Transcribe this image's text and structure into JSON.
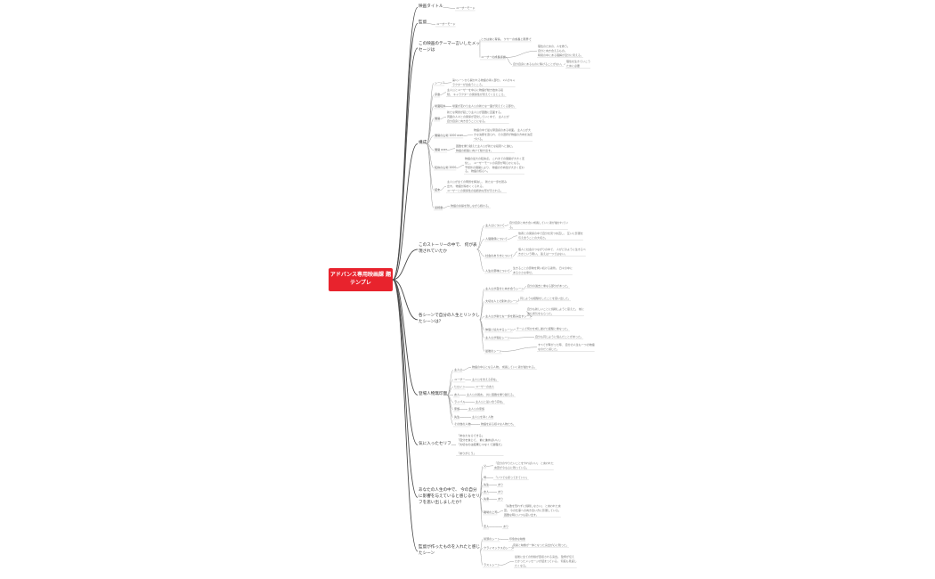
{
  "mindmap": {
    "root": "アドバンス専用映画課\n題テンプレ",
    "branches": [
      {
        "label": "映画タイトル",
        "children": [
          {
            "label": "ユーザーモード"
          }
        ]
      },
      {
        "label": "監督",
        "children": [
          {
            "label": "ユーザーモード"
          }
        ]
      },
      {
        "label": "この映画のテーマ一言いしたメッ\nセージは",
        "children": [
          {
            "label": "ときは常に有情。 ケサーの成長と限界で"
          },
          {
            "label": "ユーザーの成長感謝",
            "children": [
              {
                "label": "理性のための、人を救う。\n自分と向き合えるもの。\n時間の中にある理解が自分に見える。"
              },
              {
                "label": "自分自身にあるものに繋げることがない。",
                "children": [
                  {
                    "label": "理性を生きていこう\nために必要"
                  }
                ]
              }
            ]
          }
        ]
      },
      {
        "label": "構成",
        "children": [
          {
            "label": "シーン1",
            "children": [
              {
                "label": "第1シーンから開かれる物語の導入部分。 2人のキャ\nラクターが出会うところ。"
              }
            ]
          },
          {
            "label": "序章",
            "children": [
              {
                "label": "主人公とユーザーを中心に物語が動き始める段\n階。 キャラクターの関係性が見えてくるところ。"
              }
            ]
          },
          {
            "label": "場面転換",
            "children": [
              {
                "label": "場面が変わり主人公の新たな一面が見えてくる部分。"
              }
            ]
          },
          {
            "label": "展開",
            "children": [
              {
                "label": "新たな問題が起こり主人公が困難に直面する。\n周囲の人々との関係が変化していく中で、 主人公が\n自分自身と向き合うことになる。"
              }
            ]
          },
          {
            "label": "展開の山場 1000 over",
            "children": [
              {
                "label": "物語の中で最も緊迫感のある場面。 主人公が大\nきな決断を迫られ、その選択が物語の方向を決定\nづける。"
              }
            ]
          },
          {
            "label": "展開 over",
            "children": [
              {
                "label": "困難を乗り越えた主人公が新たな段階へと進む。\n物語の終盤に向けて動き出す。"
              }
            ]
          },
          {
            "label": "転換の山場 2000",
            "children": [
              {
                "label": "物語の最大の転換点。 これまでの展開が大きく変\n化し、 ユーザーモードの真意が明らかになる。\n予想外の展開により、 物語の方向性が大きく変わ\nる。 物語の核心へ。"
              }
            ]
          },
          {
            "label": "結末",
            "children": [
              {
                "label": "主人公が全ての問題を解決し、 新たな一歩を踏み\n出す。 物語が締めくくられる。\nユーザーとの関係性の最終的な形が示される。"
              }
            ]
          },
          {
            "label": "最終章",
            "children": [
              {
                "label": "物語の余韻を残しながら終わる。"
              }
            ]
          }
        ]
      },
      {
        "label": "このストーリーの中で、 何が表\n現されていたか",
        "children": [
          {
            "label": "主人公について",
            "children": [
              {
                "label": "自分自身と向き合い成長していく姿が描かれてい\nる。"
              }
            ]
          },
          {
            "label": "人間関係について",
            "children": [
              {
                "label": "他者との関係の中で自分を見つめ直し、 互いに影響を\n与え合うことの大切さ。"
              }
            ]
          },
          {
            "label": "社会のあり方について",
            "children": [
              {
                "label": "個人と社会のつながりの中で、 人がどのように生きるべ\nきかという問い。 答えは一つではない。"
              }
            ]
          },
          {
            "label": "人生の意味について",
            "children": [
              {
                "label": "生きることの意味を問い続ける姿勢。 日々の中に\nある小さな幸せ。"
              }
            ]
          }
        ]
      },
      {
        "label": "各シーンで自分の人生とリンクし\nたシーンは？",
        "children": [
          {
            "label": "主人公が自分と向き合うシーン",
            "children": [
              {
                "label": "自分の過去と重なる部分があった。"
              }
            ]
          },
          {
            "label": "大切な人との別れのシーン",
            "children": [
              {
                "label": "同じような経験をしたことを思い出した。"
              }
            ]
          },
          {
            "label": "主人公が新たな一歩を踏み出すシーン",
            "children": [
              {
                "label": "自分も新しいことに挑戦しようと思えた。 前に\n進む勇気をもらった。"
              }
            ]
          },
          {
            "label": "仲間と協力するシーン",
            "children": [
              {
                "label": "チームで何かを成し遂げた経験と重なった。"
              }
            ]
          },
          {
            "label": "主人公が悩むシーン",
            "children": [
              {
                "label": "自分も同じように悩んだことがあった。"
              }
            ]
          },
          {
            "label": "最後のシーン",
            "children": [
              {
                "label": "すべてが繋がった時、 自分の人生も一つの物語\nなのだと感じた。"
              }
            ]
          }
        ]
      },
      {
        "label": "登場人物無印面",
        "children": [
          {
            "label": "主人公",
            "children": [
              {
                "label": "物語の中心となる人物。 成長していく姿が描かれる。"
              }
            ]
          },
          {
            "label": "ユーザー",
            "children": [
              {
                "label": "主人公を支える存在。"
              }
            ]
          },
          {
            "label": "ヒロイン",
            "children": [
              {
                "label": "ユーザーの友人"
              }
            ]
          },
          {
            "label": "友人",
            "children": [
              {
                "label": "主人公の親友。 共に困難を乗り越える。"
              }
            ]
          },
          {
            "label": "ライバル",
            "children": [
              {
                "label": "主人公と競い合う存在。"
              }
            ]
          },
          {
            "label": "家族",
            "children": [
              {
                "label": "主人公の家族"
              }
            ]
          },
          {
            "label": "先生",
            "children": [
              {
                "label": "主人公を導く人物"
              }
            ]
          },
          {
            "label": "その他の人物",
            "children": [
              {
                "label": "物語を彩る様々な人物たち。"
              }
            ]
          }
        ]
      },
      {
        "label": "気に入ったセリフ",
        "children": [
          {
            "label": "「あなたならできる」\n「自分を信じて、 前に進めばいい」\n「大切なのは結果じゃなくて過程だ」\n\n「ありがとう」"
          }
        ]
      },
      {
        "label": "あなたの人生の中で、 今の自分\nに影響を与えていると感じるセリ\nフを思い出しましたか？",
        "children": [
          {
            "label": "父",
            "children": [
              {
                "label": "「自分のやりたいことをやればいい」 と言われた\n言葉が今も心に残っている。"
              }
            ]
          },
          {
            "label": "母",
            "children": [
              {
                "label": "「いつでも帰ってきていい」"
              }
            ]
          },
          {
            "label": "先生",
            "children": [
              {
                "label": "あり"
              }
            ]
          },
          {
            "label": "友人",
            "children": [
              {
                "label": "あり"
              }
            ]
          },
          {
            "label": "先輩",
            "children": [
              {
                "label": "あり"
              }
            ]
          },
          {
            "label": "職場の上司",
            "children": [
              {
                "label": "「失敗を恐れずに挑戦しなさい」 と言われた言\n葉。 今の仕事への向き合い方に影響している。\n困難な時にいつも思い出す。"
              }
            ]
          },
          {
            "label": "恋人",
            "children": [
              {
                "label": "あり"
              }
            ]
          }
        ]
      },
      {
        "label": "監督が作ったものを入れたと感じ\nたシーン",
        "children": [
          {
            "label": "冒頭のシーン",
            "children": [
              {
                "label": "印象的な映像"
              }
            ]
          },
          {
            "label": "クライマックスのシーン",
            "children": [
              {
                "label": "音楽と映像が一体となった演出が心に残った。"
              }
            ]
          },
          {
            "label": "ラストシーン",
            "children": [
              {
                "label": "最後に全ての伏線が回収される演出。 監督が伝え\nたかったメッセージが詰まっている。 何度も見返し\nたくなる。"
              }
            ]
          }
        ]
      }
    ]
  }
}
